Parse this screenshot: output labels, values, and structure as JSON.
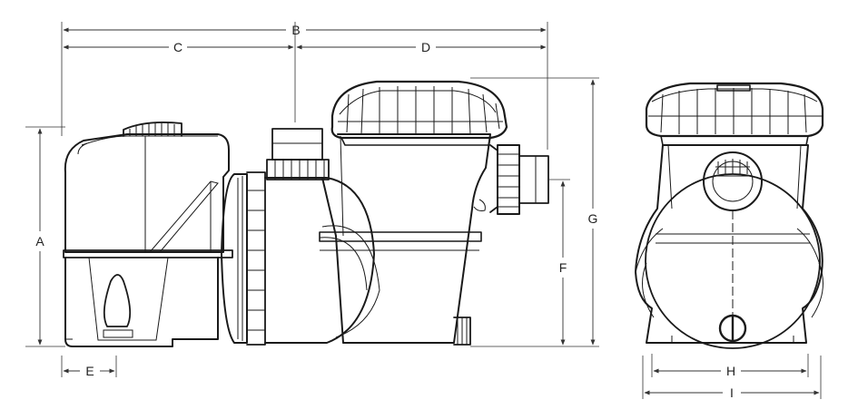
{
  "dimensions": {
    "A": "A",
    "B": "B",
    "C": "C",
    "D": "D",
    "E": "E",
    "F": "F",
    "G": "G",
    "H": "H",
    "I": "I"
  },
  "colors": {
    "ink": "#1a1a1a",
    "paper": "#ffffff"
  }
}
